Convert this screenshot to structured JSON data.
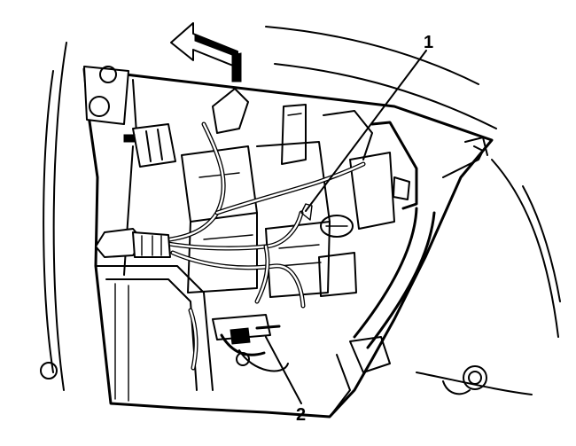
{
  "callouts": [
    {
      "id": "1",
      "label": "1"
    },
    {
      "id": "2",
      "label": "2"
    }
  ],
  "icons": {
    "direction_arrow": "arrow-up-left-icon"
  },
  "colors": {
    "line": "#000000",
    "background": "#ffffff"
  }
}
